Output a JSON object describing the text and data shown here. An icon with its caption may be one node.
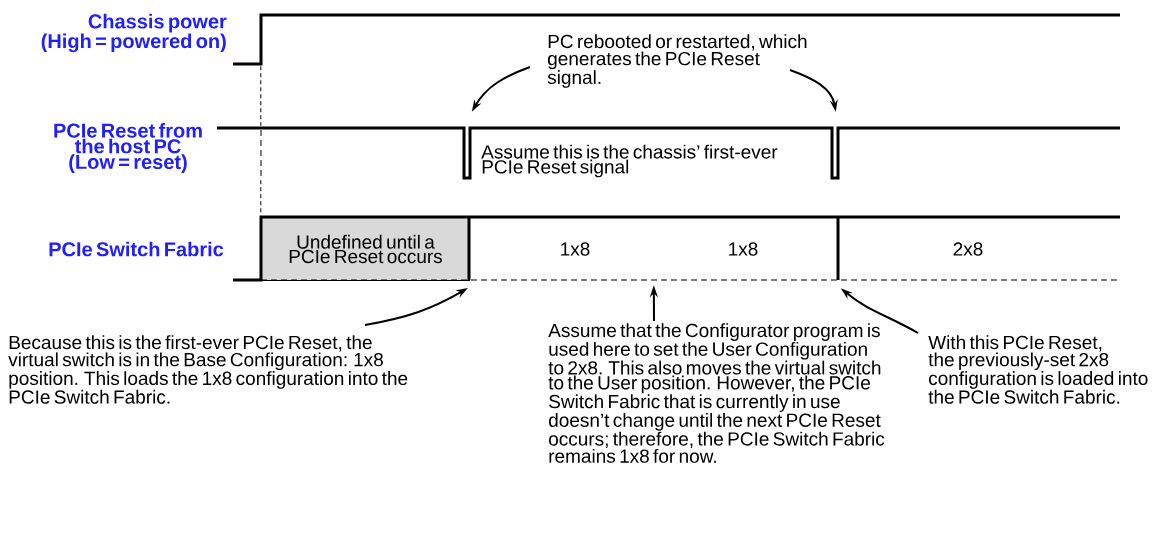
{
  "diagram": {
    "nodes": [
      {
        "text": [
          "PC rebooted or restarted, which generates the PCIe Reset signal."
        ]
      },
      {
        "text": [
          "Because this is the first-ever PCIe Reset, the virtual switch is in the Base Configuration: 1x8 position. This loads the 1x8 configuration into the PCIe Switch Fabric."
        ]
      },
      {
        "text": [
          "Assume that the Configurator program is used here to set the User Configuration to 2x8. This also moves the virtual switch to the User position. However, the PCIe Switch Fabric that is currently in use doesn’t change until the next PCIe Reset occurs; therefore, the PCIe Switch Fabric remains 1x8 for now."
        ]
      },
      {
        "text": [
          "With this PCIe Reset, the previously-set 2x8 configuration is loaded into the PCIe Switch Fabric."
        ]
      },
      {
        "text": [],
        "shape": "waveform",
        "beside": [
          "Chassis power (High = powered on)"
        ]
      },
      {
        "text": [],
        "shape": "waveform",
        "beside": [
          "PCIe Reset from the host PC (Low = reset)"
        ]
      },
      {
        "text": [],
        "shape": "waveform",
        "beside": [
          "PCIe Switch Fabric"
        ]
      },
      {
        "text": [
          "Undefined until a PCIe Reset occurs"
        ],
        "in": 6
      }
    ],
    "edges": [
      {
        "from": 0,
        "to": 5,
        "arrow": "to"
      },
      {
        "from": 0,
        "to": 5,
        "arrow": "to"
      },
      {
        "from": 1,
        "to": 7,
        "arrow": "to"
      },
      {
        "from": 2,
        "to": 6,
        "arrow": "to"
      },
      {
        "from": 3,
        "to": 6,
        "arrow": "to"
      },
      {
        "from": 4,
        "to": 5,
        "arrow": "none",
        "style": "dashed"
      },
      {
        "from": 5,
        "to": 6,
        "arrow": "none",
        "style": "dashed"
      }
    ],
    "labels": [
      "Assume this is the chassis’ first-ever PCIe Reset signal",
      "1x8",
      "1x8",
      "2x8"
    ]
  }
}
